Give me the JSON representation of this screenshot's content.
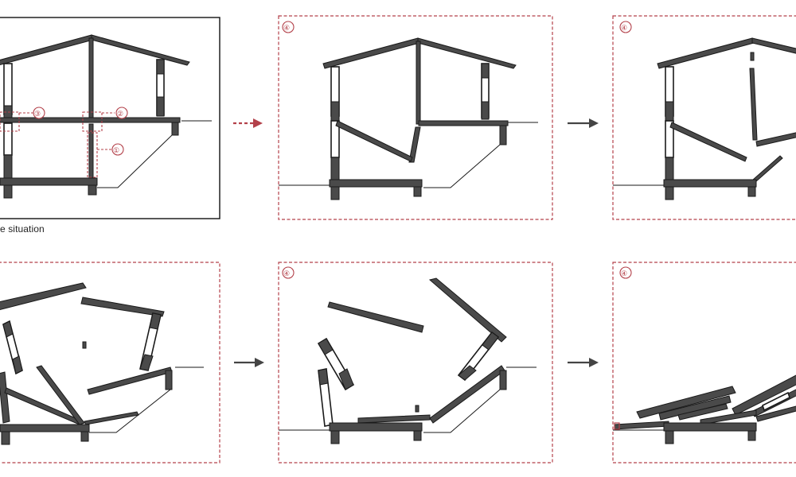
{
  "caption": "e situation",
  "markers": {
    "one": "①",
    "two": "②",
    "three": "③",
    "four": "④"
  },
  "colors": {
    "frame_red": "#b3414a",
    "structure": "#1a1a1a",
    "fill_dark": "#4a4a4a",
    "arrow_gray": "#444444"
  },
  "panels": [
    {
      "id": "original",
      "row": 1,
      "col": 1,
      "frame": "solid"
    },
    {
      "id": "stage-1",
      "row": 1,
      "col": 2,
      "frame": "dashed-red",
      "marker": "④"
    },
    {
      "id": "stage-2",
      "row": 1,
      "col": 3,
      "frame": "dashed-red",
      "marker": "④"
    },
    {
      "id": "stage-3",
      "row": 2,
      "col": 1,
      "frame": "dashed-red"
    },
    {
      "id": "stage-4",
      "row": 2,
      "col": 2,
      "frame": "dashed-red",
      "marker": "④"
    },
    {
      "id": "stage-5",
      "row": 2,
      "col": 3,
      "frame": "dashed-red",
      "marker": "④"
    }
  ],
  "arrows": [
    {
      "from": "original",
      "to": "stage-1",
      "style": "dashed-red"
    },
    {
      "from": "stage-1",
      "to": "stage-2",
      "style": "solid-gray"
    },
    {
      "from": "stage-3",
      "to": "stage-4",
      "style": "solid-gray"
    },
    {
      "from": "stage-4",
      "to": "stage-5",
      "style": "solid-gray"
    }
  ]
}
